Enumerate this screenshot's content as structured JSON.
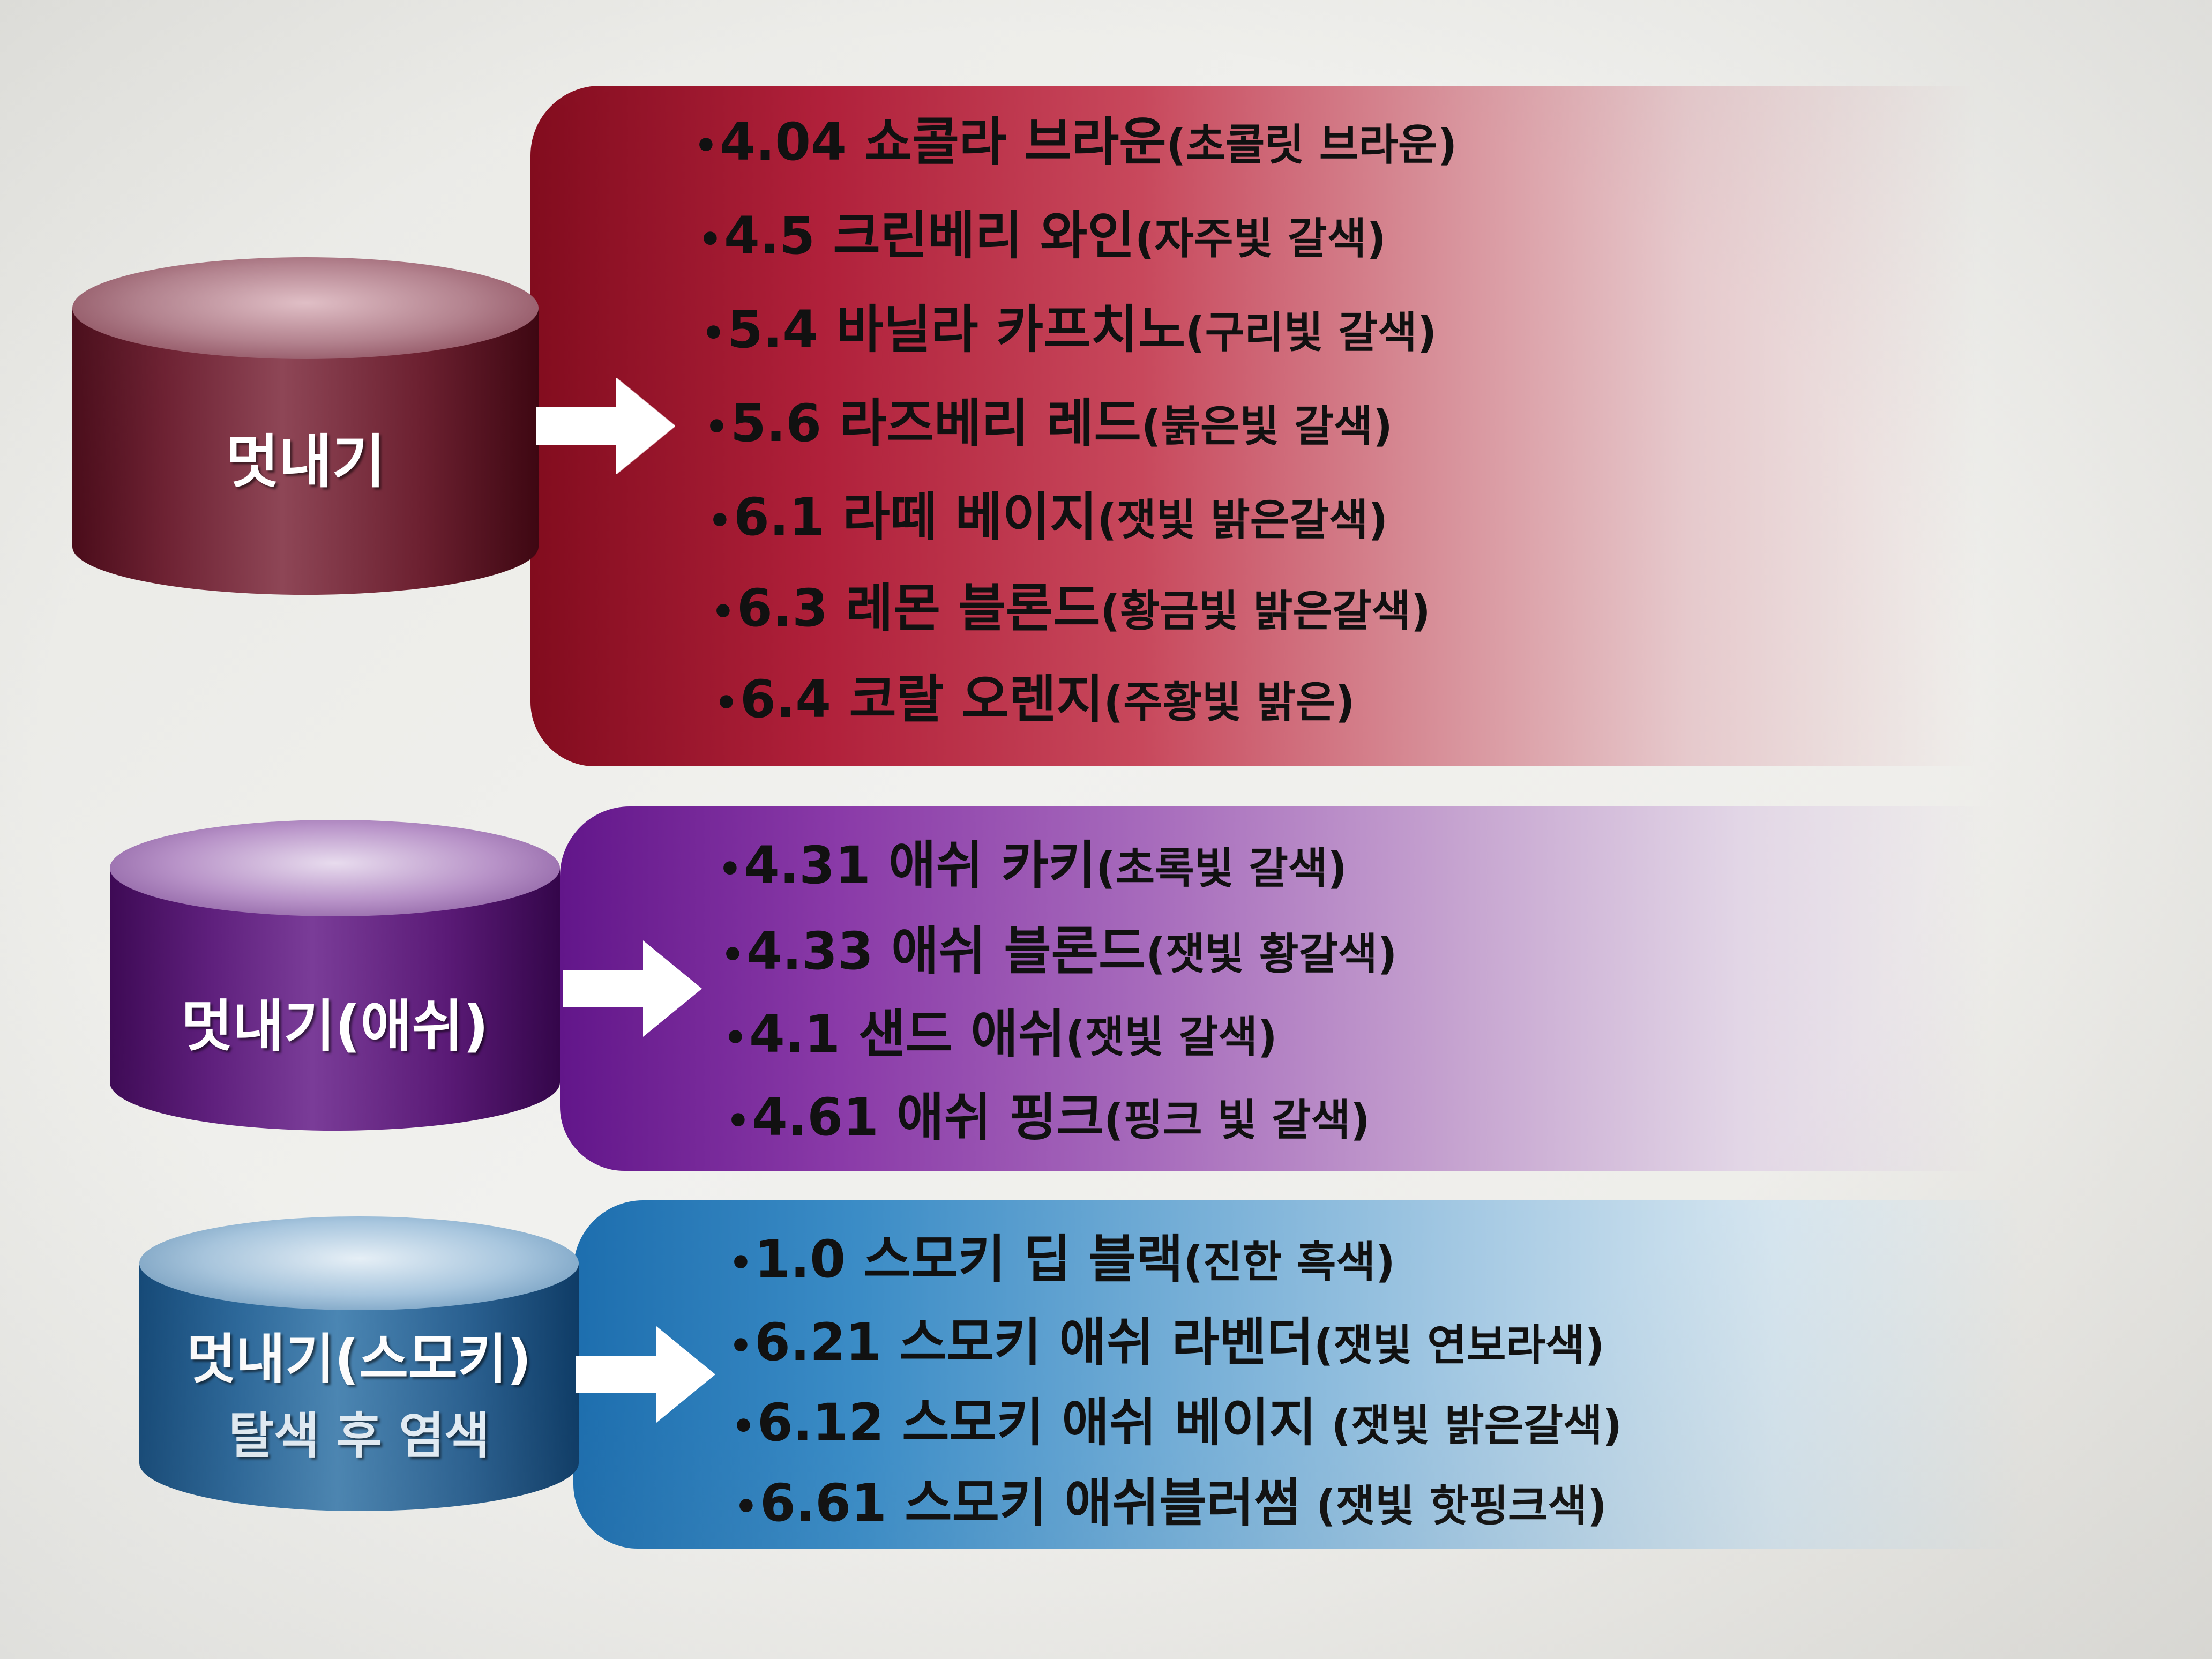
{
  "groups": [
    {
      "label": "멋내기",
      "color": "#b0203a",
      "items": [
        {
          "name": "4.04 쇼콜라 브라운",
          "note": "(초콜릿 브라운)"
        },
        {
          "name": "4.5 크린베리 와인",
          "note": "(자주빛 갈색)"
        },
        {
          "name": "5.4 바닐라 카프치노",
          "note": "(구리빛 갈색)"
        },
        {
          "name": "5.6 라즈베리 레드",
          "note": "(붉은빛 갈색)"
        },
        {
          "name": "6.1 라떼 베이지",
          "note": "(잿빛 밝은갈색)"
        },
        {
          "name": "6.3 레몬 블론드",
          "note": "(황금빛 밝은갈색)"
        },
        {
          "name": "6.4 코랄 오렌지",
          "note": "(주황빛 밝은)"
        }
      ]
    },
    {
      "label": "멋내기(애쉬)",
      "color": "#8a3aa8",
      "items": [
        {
          "name": "4.31 애쉬 카키",
          "note": "(초록빛 갈색)"
        },
        {
          "name": "4.33 애쉬 블론드",
          "note": "(잿빛 황갈색)"
        },
        {
          "name": "4.1 샌드 애쉬",
          "note": "(잿빛 갈색)"
        },
        {
          "name": "4.61 애쉬 핑크",
          "note": "(핑크 빛 갈색)"
        }
      ]
    },
    {
      "label": "멋내기(스모키)",
      "sublabel": "탈색 후 염색",
      "color": "#3b8cc6",
      "items": [
        {
          "name": "1.0 스모키 딥 블랙",
          "note": "(진한 흑색)"
        },
        {
          "name": "6.21 스모키 애쉬 라벤더",
          "note": "(잿빛 연보라색)"
        },
        {
          "name": "6.12 스모키 애쉬 베이지",
          "note": " (잿빛 밝은갈색)"
        },
        {
          "name": "6.61 스모키 애쉬블러썸",
          "note": " (잿빛  핫핑크색)"
        }
      ]
    }
  ],
  "bullet": "•"
}
